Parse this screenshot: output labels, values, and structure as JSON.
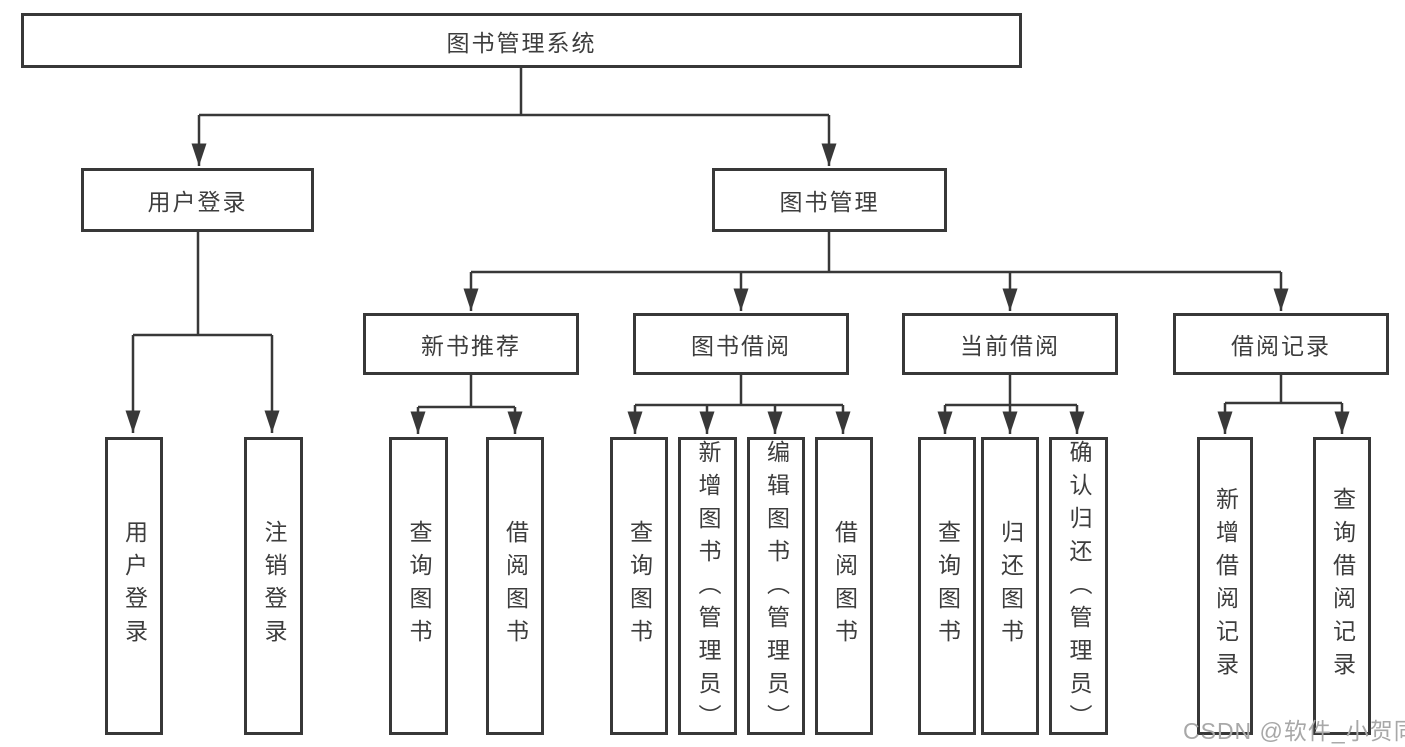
{
  "nodes": {
    "root": {
      "label": "图书管理系统"
    },
    "user_login": {
      "label": "用户登录"
    },
    "book_mgmt": {
      "label": "图书管理"
    },
    "new_book_rec": {
      "label": "新书推荐"
    },
    "book_borrow": {
      "label": "图书借阅"
    },
    "current_borrow": {
      "label": "当前借阅"
    },
    "borrow_records": {
      "label": "借阅记录"
    }
  },
  "leaves": {
    "user_login": [
      "用户登录",
      "注销登录"
    ],
    "new_book_rec": [
      "查询图书",
      "借阅图书"
    ],
    "book_borrow": [
      "查询图书",
      "新增图书（管理员）",
      "编辑图书（管理员）",
      "借阅图书"
    ],
    "current_borrow": [
      "查询图书",
      "归还图书",
      "确认归还（管理员）"
    ],
    "borrow_records": [
      "新增借阅记录",
      "查询借阅记录"
    ]
  },
  "watermark": "CSDN @软件_小贺同学",
  "colors": {
    "line": "#383838",
    "text": "#3d3d3d",
    "watermark": "#a8a8a8",
    "background": "#ffffff"
  }
}
